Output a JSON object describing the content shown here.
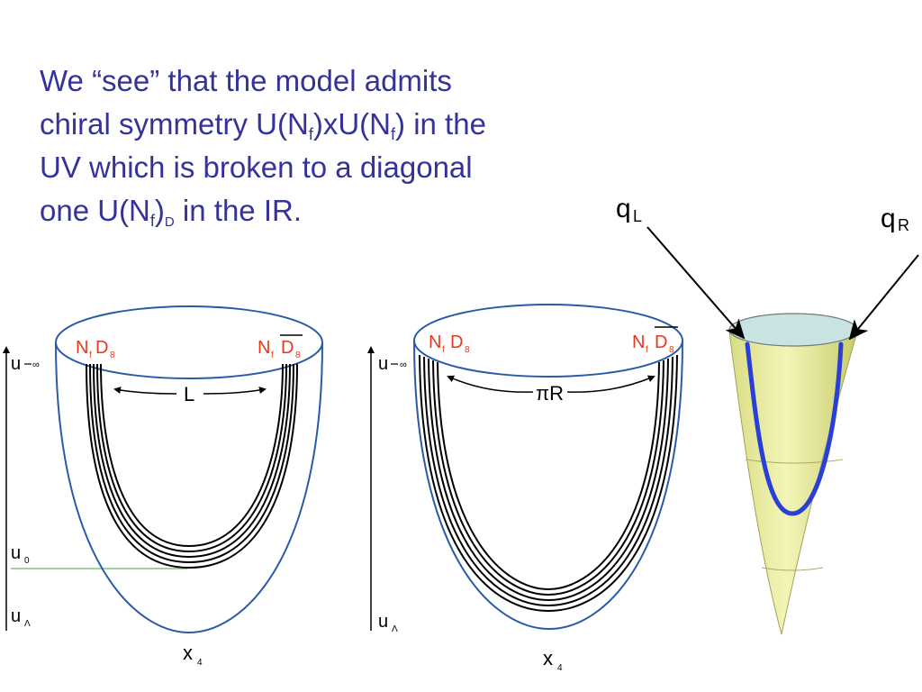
{
  "text": {
    "p1": "We “see” that the model admits",
    "p2a": "chiral symmetry U(N",
    "f": "f",
    "p2b": ")xU(N",
    "p2c": ") in the",
    "p3": "UV which is broken to a diagonal",
    "p4a": "one U(N",
    "p4b": ")",
    "D": "D",
    "p4c": " in the IR."
  },
  "left_diagram": {
    "axis_top": "u",
    "axis_top_sub": "∞",
    "axis_mid": "u",
    "axis_mid_sub": "0",
    "axis_bottom": "u",
    "axis_bottom_sub": "Λ",
    "brane_left": "N",
    "brane_left_sub": "f",
    "brane_left_D": "D",
    "brane_left_D_sub": "8",
    "brane_right": "N",
    "brane_right_sub": "f",
    "brane_right_D": "D",
    "brane_right_D_sub": "8",
    "separation": "L",
    "x_label": "x",
    "x_sub": "4"
  },
  "right_diagram": {
    "axis_top": "u",
    "axis_top_sub": "∞",
    "axis_bottom": "u",
    "axis_bottom_sub": "Λ",
    "brane_left": "N",
    "brane_left_sub": "f",
    "brane_left_D": "D",
    "brane_left_D_sub": "8",
    "brane_right": "N",
    "brane_right_sub": "f",
    "brane_right_D": "D",
    "brane_right_D_sub": "8",
    "separation": "πR",
    "x_label": "x",
    "x_sub": "4"
  },
  "cigar": {
    "left_quark": "q",
    "left_quark_sub": "L",
    "right_quark": "q",
    "right_quark_sub": "R"
  },
  "colors": {
    "text_blue": "#33339a",
    "brane_red": "#e8391d",
    "outline_blue": "#2a5aa8",
    "u0_green": "#7ec47a",
    "cigar_fill": "#ecf0a8",
    "cigar_top": "#c9e2e2",
    "curve_blue": "#2a3ed8"
  }
}
